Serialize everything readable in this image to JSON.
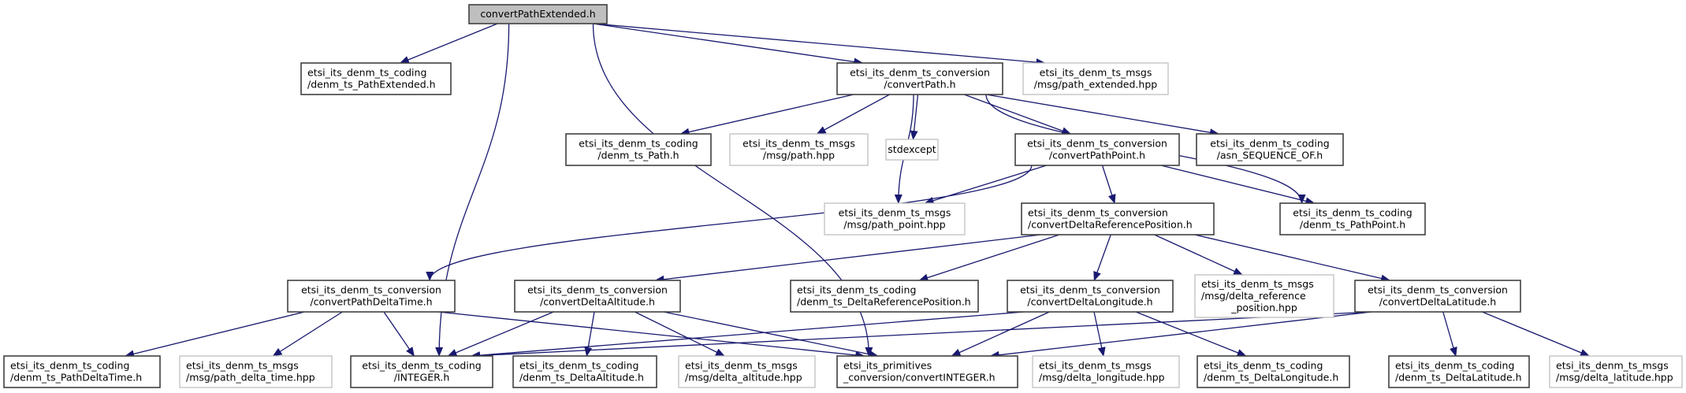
{
  "diagram": {
    "type": "include-dependency-graph",
    "colors": {
      "edge": "#191970",
      "root_fill": "#bfbfbf",
      "local_border": "#404040",
      "external_border": "#bfbfbf"
    },
    "nodes": [
      {
        "id": "root",
        "kind": "root",
        "lines": [
          "convertPathExtended.h"
        ]
      },
      {
        "id": "pathExtendedCoding",
        "kind": "local",
        "lines": [
          "etsi_its_denm_ts_coding",
          "/denm_ts_PathExtended.h"
        ]
      },
      {
        "id": "convertPath",
        "kind": "local",
        "lines": [
          "etsi_its_denm_ts_conversion",
          "/convertPath.h"
        ]
      },
      {
        "id": "pathExtendedMsg",
        "kind": "external",
        "lines": [
          "etsi_its_denm_ts_msgs",
          "/msg/path_extended.hpp"
        ]
      },
      {
        "id": "pathCoding",
        "kind": "local",
        "lines": [
          "etsi_its_denm_ts_coding",
          "/denm_ts_Path.h"
        ]
      },
      {
        "id": "pathMsg",
        "kind": "external",
        "lines": [
          "etsi_its_denm_ts_msgs",
          "/msg/path.hpp"
        ]
      },
      {
        "id": "stdexcept",
        "kind": "external",
        "lines": [
          "stdexcept"
        ]
      },
      {
        "id": "convertPathPoint",
        "kind": "local",
        "lines": [
          "etsi_its_denm_ts_conversion",
          "/convertPathPoint.h"
        ]
      },
      {
        "id": "asnSeqOf",
        "kind": "local",
        "lines": [
          "etsi_its_denm_ts_coding",
          "/asn_SEQUENCE_OF.h"
        ]
      },
      {
        "id": "pathPointMsg",
        "kind": "external",
        "lines": [
          "etsi_its_denm_ts_msgs",
          "/msg/path_point.hpp"
        ]
      },
      {
        "id": "convertDeltaRefPos",
        "kind": "local",
        "lines": [
          "etsi_its_denm_ts_conversion",
          "/convertDeltaReferencePosition.h"
        ]
      },
      {
        "id": "pathPointCoding",
        "kind": "local",
        "lines": [
          "etsi_its_denm_ts_coding",
          "/denm_ts_PathPoint.h"
        ]
      },
      {
        "id": "convertPathDeltaTime",
        "kind": "local",
        "lines": [
          "etsi_its_denm_ts_conversion",
          "/convertPathDeltaTime.h"
        ]
      },
      {
        "id": "convertDeltaAltitude",
        "kind": "local",
        "lines": [
          "etsi_its_denm_ts_conversion",
          "/convertDeltaAltitude.h"
        ]
      },
      {
        "id": "deltaRefPosCoding",
        "kind": "local",
        "lines": [
          "etsi_its_denm_ts_coding",
          "/denm_ts_DeltaReferencePosition.h"
        ]
      },
      {
        "id": "convertDeltaLongitude",
        "kind": "local",
        "lines": [
          "etsi_its_denm_ts_conversion",
          "/convertDeltaLongitude.h"
        ]
      },
      {
        "id": "deltaRefPosMsg",
        "kind": "external",
        "lines": [
          "etsi_its_denm_ts_msgs",
          "/msg/delta_reference",
          "_position.hpp"
        ]
      },
      {
        "id": "convertDeltaLatitude",
        "kind": "local",
        "lines": [
          "etsi_its_denm_ts_conversion",
          "/convertDeltaLatitude.h"
        ]
      },
      {
        "id": "pathDeltaTimeCoding",
        "kind": "local",
        "lines": [
          "etsi_its_denm_ts_coding",
          "/denm_ts_PathDeltaTime.h"
        ]
      },
      {
        "id": "pathDeltaTimeMsg",
        "kind": "external",
        "lines": [
          "etsi_its_denm_ts_msgs",
          "/msg/path_delta_time.hpp"
        ]
      },
      {
        "id": "integerCoding",
        "kind": "local",
        "lines": [
          "etsi_its_denm_ts_coding",
          "/INTEGER.h"
        ]
      },
      {
        "id": "deltaAltitudeCoding",
        "kind": "local",
        "lines": [
          "etsi_its_denm_ts_coding",
          "/denm_ts_DeltaAltitude.h"
        ]
      },
      {
        "id": "deltaAltitudeMsg",
        "kind": "external",
        "lines": [
          "etsi_its_denm_ts_msgs",
          "/msg/delta_altitude.hpp"
        ]
      },
      {
        "id": "convertInteger",
        "kind": "local",
        "lines": [
          "etsi_its_primitives",
          "_conversion/convertINTEGER.h"
        ]
      },
      {
        "id": "deltaLongitudeMsg",
        "kind": "external",
        "lines": [
          "etsi_its_denm_ts_msgs",
          "/msg/delta_longitude.hpp"
        ]
      },
      {
        "id": "deltaLongitudeCoding",
        "kind": "local",
        "lines": [
          "etsi_its_denm_ts_coding",
          "/denm_ts_DeltaLongitude.h"
        ]
      },
      {
        "id": "deltaLatitudeCoding",
        "kind": "local",
        "lines": [
          "etsi_its_denm_ts_coding",
          "/denm_ts_DeltaLatitude.h"
        ]
      },
      {
        "id": "deltaLatitudeMsg",
        "kind": "external",
        "lines": [
          "etsi_its_denm_ts_msgs",
          "/msg/delta_latitude.hpp"
        ]
      }
    ],
    "edges": [
      [
        "root",
        "pathExtendedCoding"
      ],
      [
        "root",
        "convertPath"
      ],
      [
        "root",
        "pathExtendedMsg"
      ],
      [
        "root",
        "integerCoding"
      ],
      [
        "root",
        "convertInteger"
      ],
      [
        "convertPath",
        "pathCoding"
      ],
      [
        "convertPath",
        "pathMsg"
      ],
      [
        "convertPath",
        "stdexcept"
      ],
      [
        "convertPath",
        "pathPointMsg"
      ],
      [
        "convertPath",
        "convertPathPoint"
      ],
      [
        "convertPath",
        "asnSeqOf"
      ],
      [
        "convertPath",
        "pathPointCoding"
      ],
      [
        "convertPathPoint",
        "pathPointMsg"
      ],
      [
        "convertPathPoint",
        "convertDeltaRefPos"
      ],
      [
        "convertPathPoint",
        "pathPointCoding"
      ],
      [
        "convertPathPoint",
        "convertPathDeltaTime"
      ],
      [
        "convertDeltaRefPos",
        "convertDeltaAltitude"
      ],
      [
        "convertDeltaRefPos",
        "deltaRefPosCoding"
      ],
      [
        "convertDeltaRefPos",
        "convertDeltaLongitude"
      ],
      [
        "convertDeltaRefPos",
        "deltaRefPosMsg"
      ],
      [
        "convertDeltaRefPos",
        "convertDeltaLatitude"
      ],
      [
        "convertPathDeltaTime",
        "pathDeltaTimeCoding"
      ],
      [
        "convertPathDeltaTime",
        "pathDeltaTimeMsg"
      ],
      [
        "convertPathDeltaTime",
        "integerCoding"
      ],
      [
        "convertPathDeltaTime",
        "convertInteger"
      ],
      [
        "convertDeltaAltitude",
        "integerCoding"
      ],
      [
        "convertDeltaAltitude",
        "deltaAltitudeCoding"
      ],
      [
        "convertDeltaAltitude",
        "deltaAltitudeMsg"
      ],
      [
        "convertDeltaAltitude",
        "convertInteger"
      ],
      [
        "convertDeltaLongitude",
        "integerCoding"
      ],
      [
        "convertDeltaLongitude",
        "convertInteger"
      ],
      [
        "convertDeltaLongitude",
        "deltaLongitudeMsg"
      ],
      [
        "convertDeltaLongitude",
        "deltaLongitudeCoding"
      ],
      [
        "convertDeltaLatitude",
        "integerCoding"
      ],
      [
        "convertDeltaLatitude",
        "convertInteger"
      ],
      [
        "convertDeltaLatitude",
        "deltaLatitudeCoding"
      ],
      [
        "convertDeltaLatitude",
        "deltaLatitudeMsg"
      ]
    ]
  }
}
